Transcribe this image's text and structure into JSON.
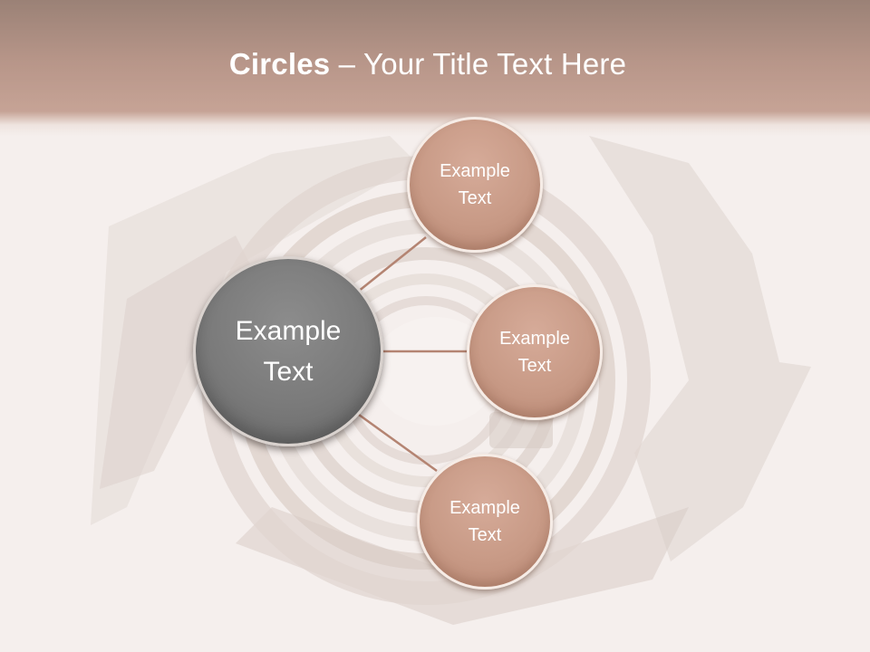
{
  "slide": {
    "title_bold": "Circles",
    "title_rest": " – Your Title Text Here"
  },
  "diagram": {
    "center_label": "Example\nText",
    "nodes": [
      {
        "label": "Example\nText"
      },
      {
        "label": "Example\nText"
      },
      {
        "label": "Example\nText"
      }
    ]
  },
  "colors": {
    "header": "#a27867",
    "node_fill": "#c89a86",
    "center_fill": "#7a7a7a",
    "connector": "#b48472"
  },
  "icons": {
    "background": "rolled-magazine-photo"
  }
}
